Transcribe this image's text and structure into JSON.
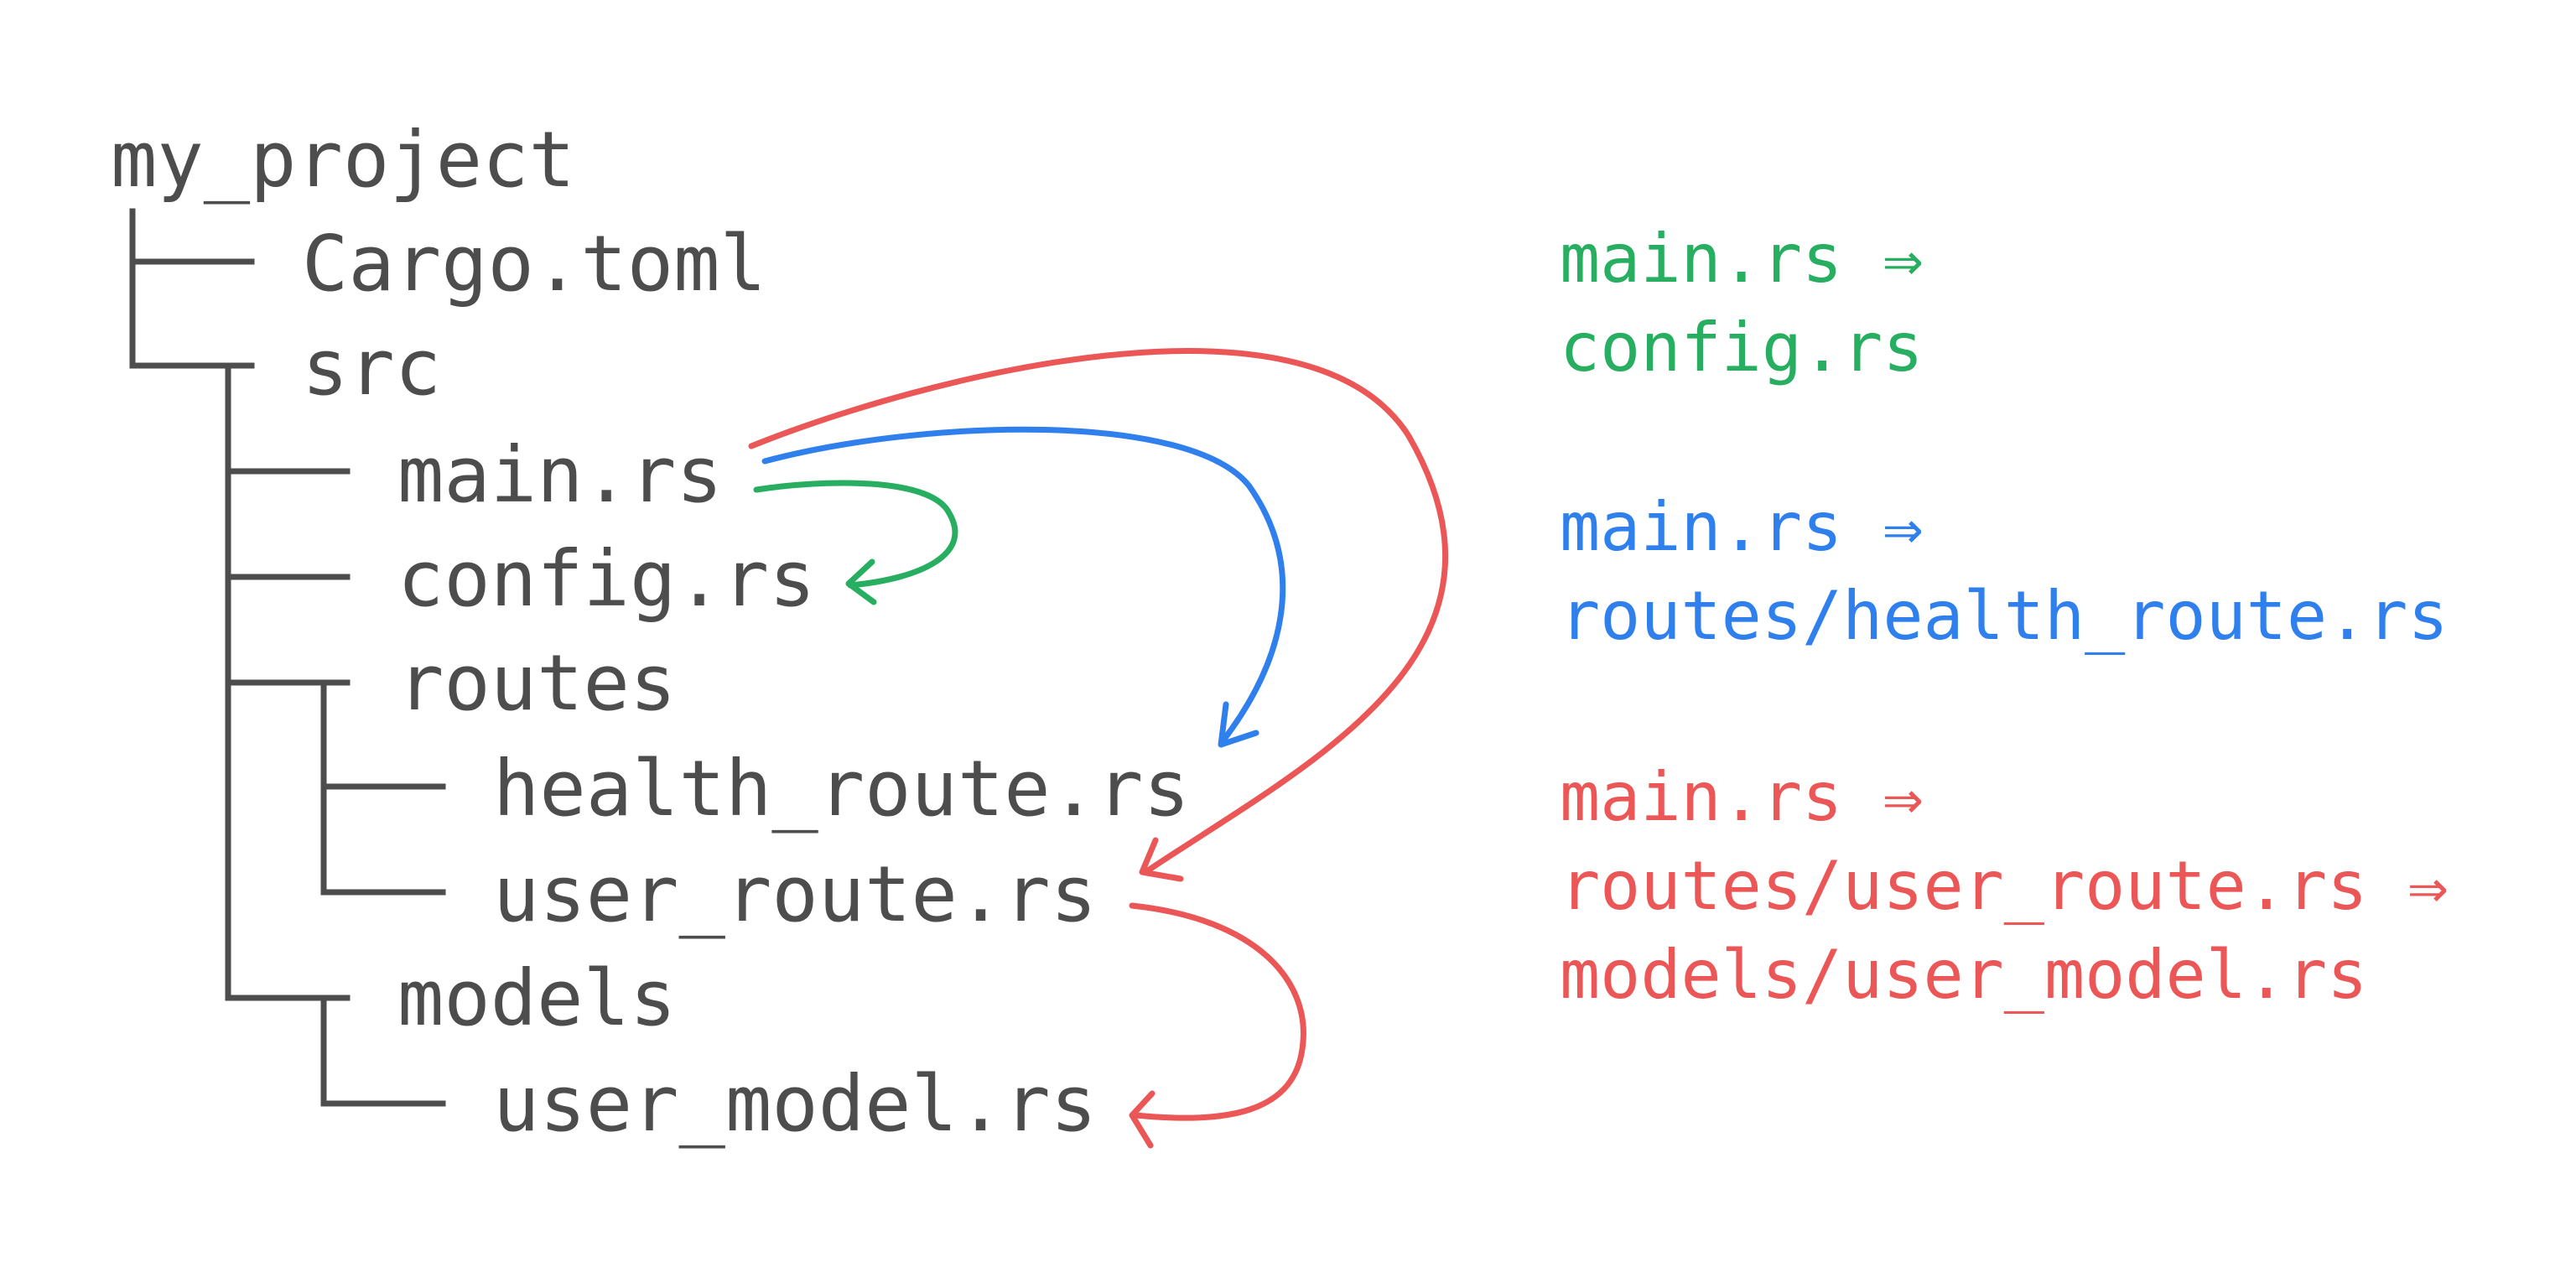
{
  "tree": {
    "root": "my_project",
    "items": [
      {
        "label": "Cargo.toml",
        "depth": 1
      },
      {
        "label": "src",
        "depth": 1
      },
      {
        "label": "main.rs",
        "depth": 2
      },
      {
        "label": "config.rs",
        "depth": 2
      },
      {
        "label": "routes",
        "depth": 2
      },
      {
        "label": "health_route.rs",
        "depth": 3
      },
      {
        "label": "user_route.rs",
        "depth": 3
      },
      {
        "label": "models",
        "depth": 2
      },
      {
        "label": "user_model.rs",
        "depth": 3
      }
    ]
  },
  "colors": {
    "text": "#4d4d4d",
    "green": "#27ae60",
    "blue": "#2f80ed",
    "red": "#eb5757",
    "background": "#ffffff"
  },
  "dependencies": [
    {
      "color": "green",
      "lines": [
        "main.rs ⇒",
        "config.rs"
      ]
    },
    {
      "color": "blue",
      "lines": [
        "main.rs ⇒",
        "routes/health_route.rs"
      ]
    },
    {
      "color": "red",
      "lines": [
        "main.rs ⇒",
        "routes/user_route.rs ⇒",
        "models/user_model.rs"
      ]
    }
  ]
}
